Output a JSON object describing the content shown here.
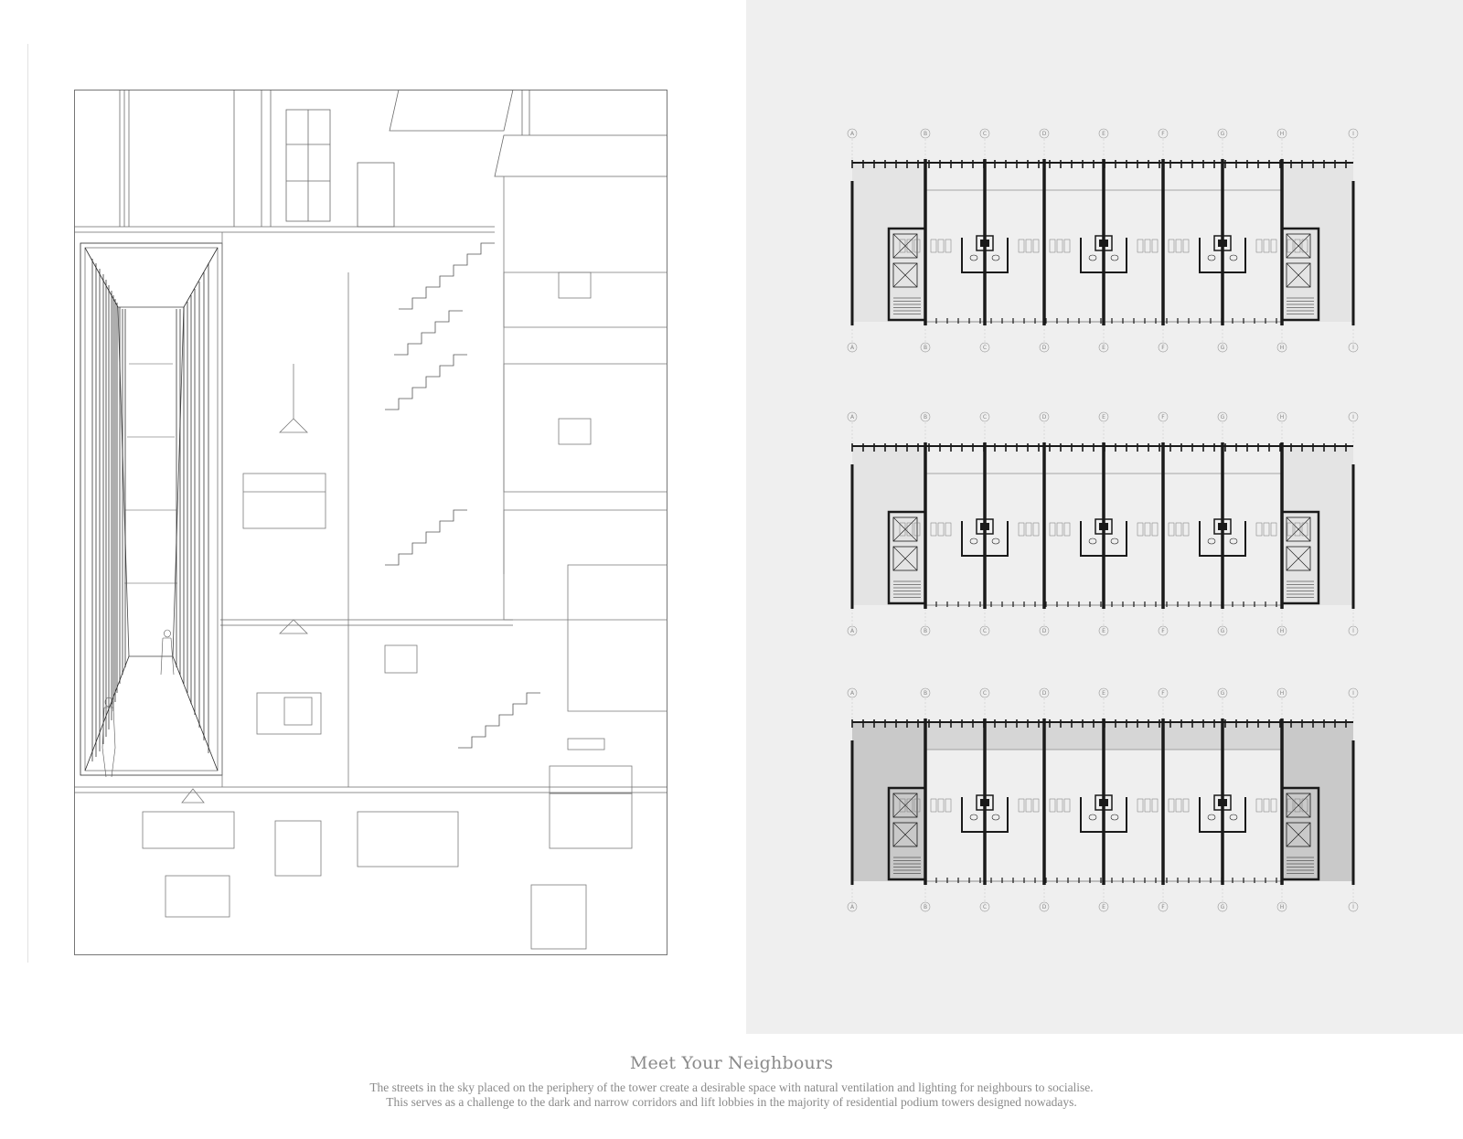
{
  "caption": {
    "title": "Meet Your Neighbours",
    "line1": "The streets in the sky placed on the periphery of the tower create a desirable space with natural ventilation and lighting for neighbours to socialise.",
    "line2": "This serves as a challenge to the dark and narrow corridors and lift lobbies in the majority of residential podium towers designed nowadays."
  },
  "grid_labels": [
    "A",
    "B",
    "C",
    "D",
    "E",
    "F",
    "G",
    "H",
    "I"
  ],
  "colors": {
    "right_background": "#efefef",
    "line": "#1a1a1a",
    "thin_line": "#8c8c8c",
    "street_shade": "#c9c9c9",
    "caption_text": "#8a8a8a"
  }
}
